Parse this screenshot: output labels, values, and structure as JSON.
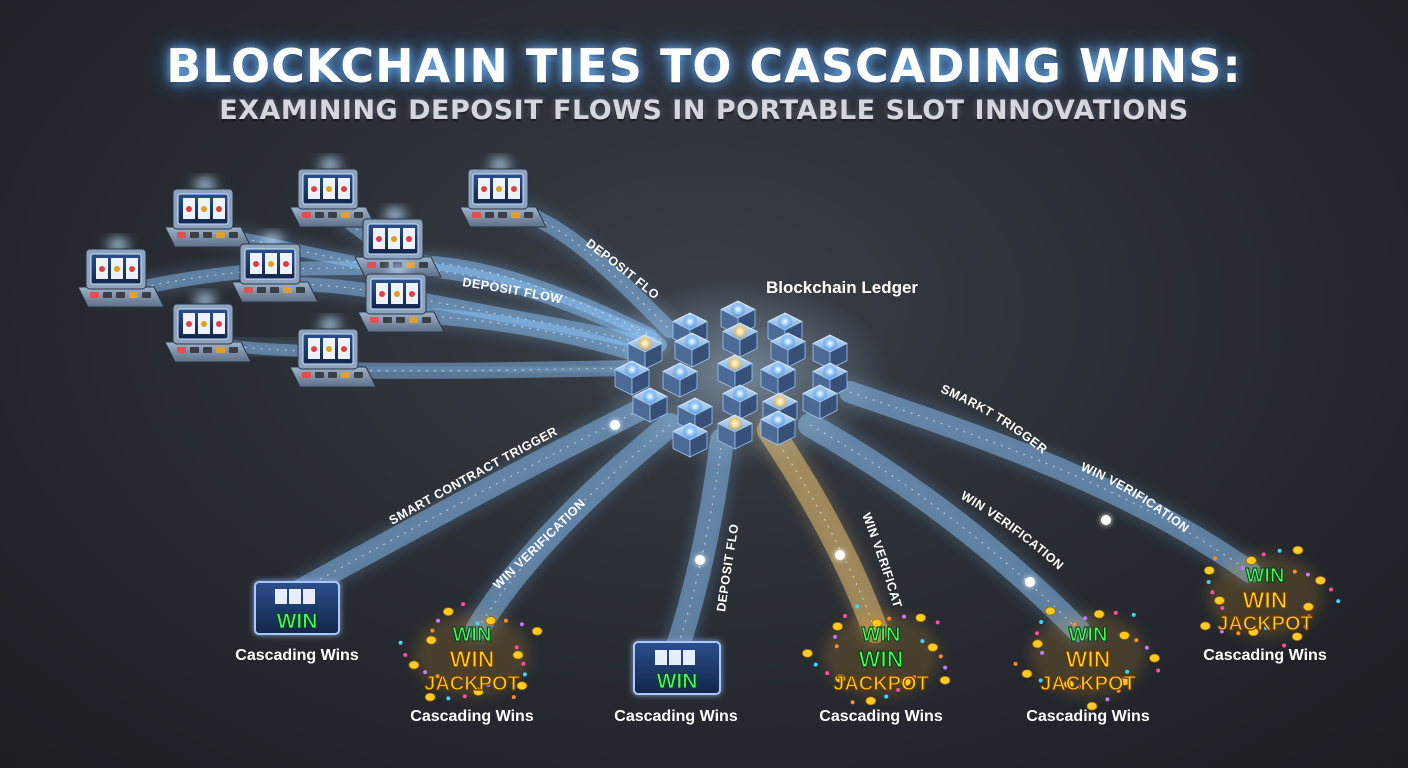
{
  "title": {
    "main": "BLOCKCHAIN TIES TO CASCADING WINS:",
    "subtitle": "EXAMINING DEPOSIT FLOWS IN PORTABLE SLOT INNOVATIONS"
  },
  "hub": {
    "label": "Blockchain Ledger"
  },
  "flow_labels": {
    "deposit_upper": "DEPOSIT FLOW",
    "deposit_lower": "DEPOSIT FLOW",
    "smart_contract": "SMART CONTRACT TRIGGER",
    "win_verification_left": "WIN VERIFICATION",
    "deposit_center": "DEPOSIT FLOW",
    "win_verification_center": "WIN VERIFICATOM",
    "win_verification_right": "WIN VERIFICATION",
    "smart_trigger": "SMARKT TRIGGER",
    "win_verification_far": "WIN VERIFICATION"
  },
  "outcomes": [
    {
      "kind": "screen",
      "win": "WIN",
      "caption": "Cascading Wins"
    },
    {
      "kind": "jackpot",
      "win1": "WIN",
      "win2": "WIN",
      "jackpot": "JACKPOT",
      "caption": "Cascading Wins"
    },
    {
      "kind": "screen",
      "win": "WIN",
      "caption": "Cascading Wins"
    },
    {
      "kind": "jackpot",
      "win1": "WIN",
      "win2": "WIN",
      "jackpot": "JACKPOT",
      "caption": "Cascading Wins"
    },
    {
      "kind": "jackpot",
      "win1": "WIN",
      "win2": "WIN",
      "jackpot": "JACKPOT",
      "caption": "Cascading Wins"
    },
    {
      "kind": "jackpot",
      "win1": "WIN",
      "win2": "WIN",
      "jackpot": "JACKPOT",
      "caption": "Cascading Wins"
    }
  ],
  "colors": {
    "flow_blue": "#8fc8ff",
    "flow_gold": "#ffd27a",
    "win_green": "#3dff5a",
    "jackpot_gold": "#ffd21e"
  }
}
